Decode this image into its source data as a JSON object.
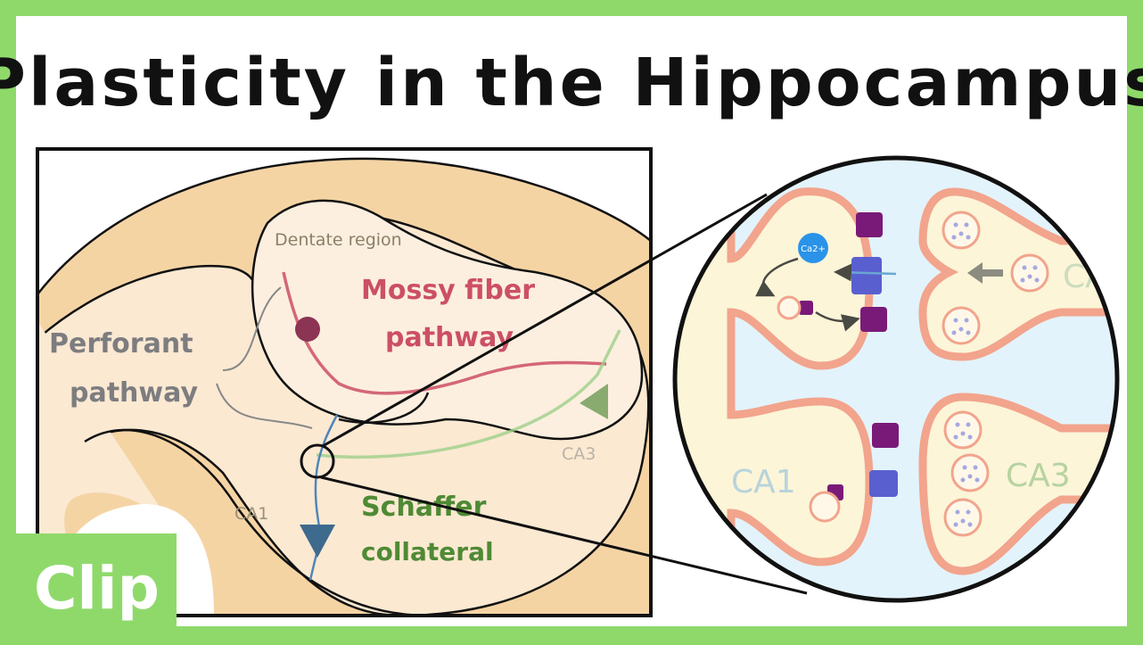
{
  "title": "Plasticity in the Hippocampus",
  "badge": "Clip",
  "left_diagram": {
    "dentate_region": "Dentate region",
    "mossy_fiber_line1": "Mossy fiber",
    "mossy_fiber_line2": "pathway",
    "perforant_line1": "Perforant",
    "perforant_line2": "pathway",
    "schaffer_line1": "Schaffer",
    "schaffer_line2": "collateral",
    "ca1": "CA1",
    "ca3": "CA3"
  },
  "zoom_circle": {
    "calcium": "Ca2+",
    "ca1": "CA1",
    "ca3": "CA3",
    "ca3_top_partial": "CA"
  },
  "colors": {
    "frame_green": "#8fd96b",
    "tissue_dark": "#f5d4a4",
    "tissue_light": "#fbe9d2",
    "mossy_red": "#cc4f65",
    "perforant_gray": "#808080",
    "schaffer_green": "#4e8a34",
    "ca1_blue": "#3e6a8e",
    "extracellular_blue": "#e3f3fb",
    "membrane": "#f2a48c",
    "receptor_purple": "#7a1a78",
    "receptor_blue": "#5a5fd0",
    "calcium_blue": "#2a93e8"
  }
}
